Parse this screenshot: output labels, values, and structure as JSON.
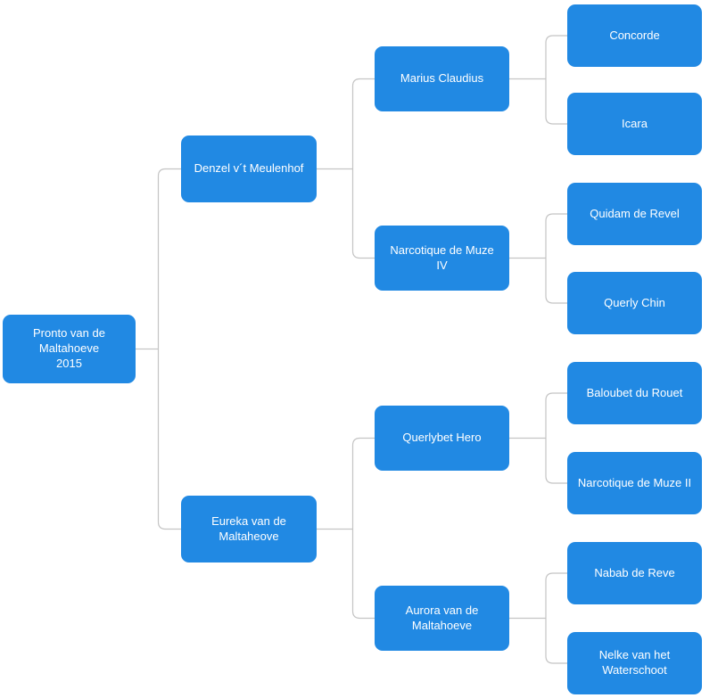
{
  "theme": {
    "node_color": "#2189e3",
    "node_text_color": "#ffffff",
    "connector_color": "#c4c4c4",
    "background_color": "#ffffff"
  },
  "diagram_type": "pedigree-tree",
  "tree": {
    "label": "Pronto van de Maltahoeve",
    "year": "2015",
    "children": [
      {
        "label": "Denzel v´t Meulenhof",
        "children": [
          {
            "label": "Marius Claudius",
            "children": [
              {
                "label": "Concorde"
              },
              {
                "label": "Icara"
              }
            ]
          },
          {
            "label": "Narcotique de Muze IV",
            "children": [
              {
                "label": "Quidam de Revel"
              },
              {
                "label": "Querly Chin"
              }
            ]
          }
        ]
      },
      {
        "label": "Eureka van de Maltaheove",
        "children": [
          {
            "label": "Querlybet Hero",
            "children": [
              {
                "label": "Baloubet du Rouet"
              },
              {
                "label": "Narcotique de Muze II"
              }
            ]
          },
          {
            "label": "Aurora van de Maltahoeve",
            "children": [
              {
                "label": "Nabab de Reve"
              },
              {
                "label": "Nelke van het Waterschoot"
              }
            ]
          }
        ]
      }
    ]
  }
}
